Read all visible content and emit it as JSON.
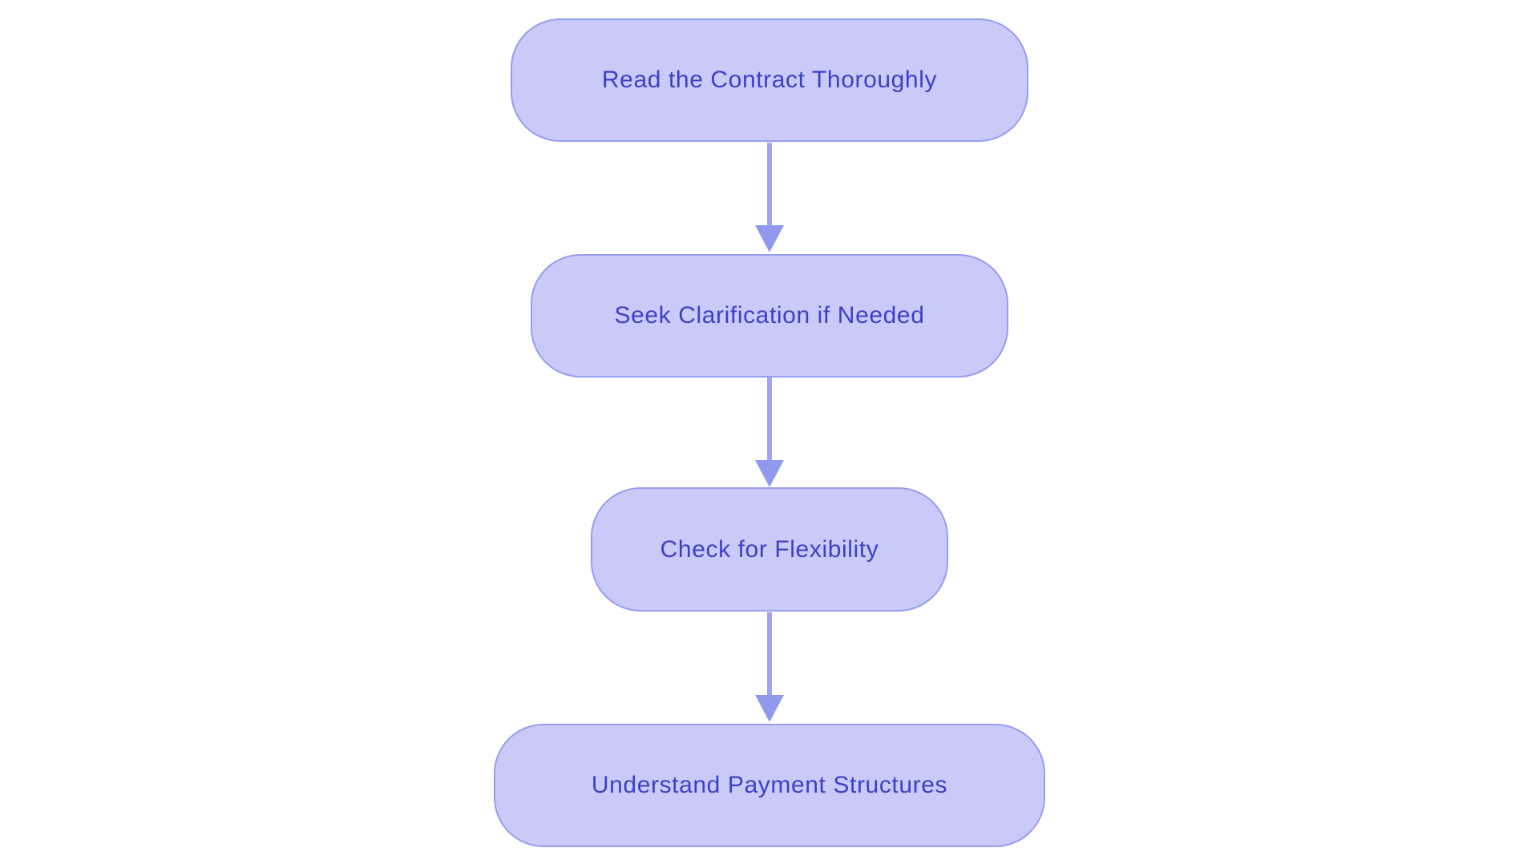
{
  "diagram": {
    "type": "flowchart",
    "direction": "top-down",
    "background_color": "#ffffff",
    "node_fill_color": "#c9caf8",
    "node_border_color": "#989df0",
    "node_text_color": "#3c41c6",
    "arrow_line_color": "#a2a6f2",
    "arrow_head_color": "#9199ee",
    "nodes": [
      {
        "id": "n1",
        "label": "Read the Contract Thoroughly"
      },
      {
        "id": "n2",
        "label": "Seek Clarification if Needed"
      },
      {
        "id": "n3",
        "label": "Check for Flexibility"
      },
      {
        "id": "n4",
        "label": "Understand Payment Structures"
      }
    ],
    "edges": [
      {
        "from": "n1",
        "to": "n2"
      },
      {
        "from": "n2",
        "to": "n3"
      },
      {
        "from": "n3",
        "to": "n4"
      }
    ]
  }
}
